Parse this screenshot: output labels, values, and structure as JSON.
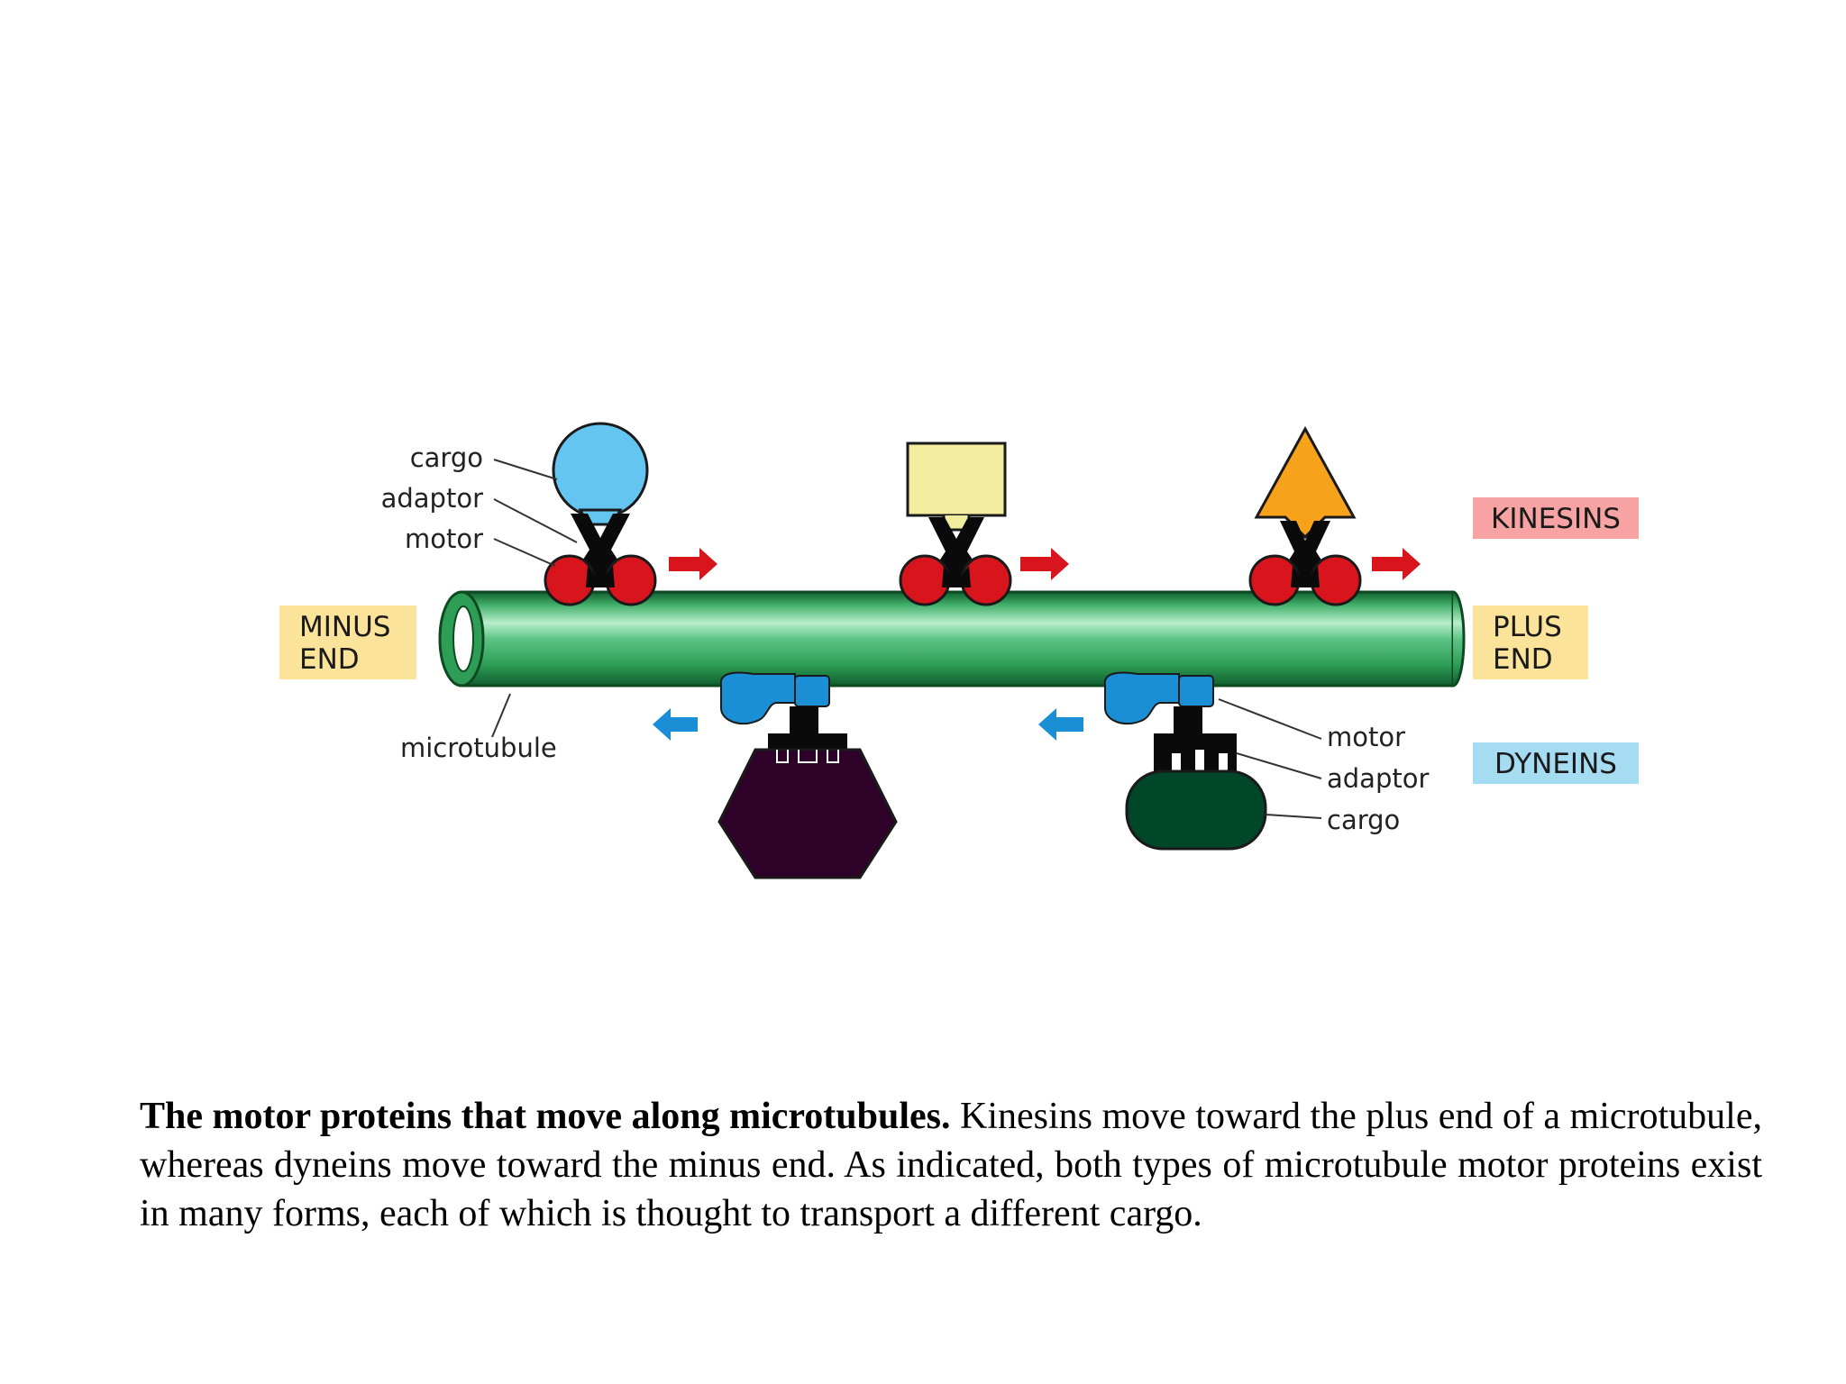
{
  "labels": {
    "cargo_top": "cargo",
    "adaptor_top": "adaptor",
    "motor_top": "motor",
    "microtubule": "microtubule",
    "motor_bottom": "motor",
    "adaptor_bottom": "adaptor",
    "cargo_bottom": "cargo"
  },
  "ends": {
    "minus_line1": "MINUS",
    "minus_line2": "END",
    "plus_line1": "PLUS",
    "plus_line2": "END"
  },
  "groups": {
    "kinesins": "KINESINS",
    "dyneins": "DYNEINS"
  },
  "caption": {
    "bold": "The motor proteins that move along microtubules.",
    "text": " Kinesins move toward the plus end of a microtubule, whereas dyneins move toward the minus end. As indicated, both types of microtubule motor proteins exist in many forms, each of which is thought to transport a different cargo."
  },
  "colors": {
    "microtubule": "#2e9d55",
    "kinesin_motor": "#d8141c",
    "dynein_motor": "#1a8fd6",
    "kinesin_tag": "#f7a3a3",
    "dynein_tag": "#a6dcf2",
    "end_tag": "#fbe39a",
    "plus_arrow": "#d8141c",
    "minus_arrow": "#1a8fd6"
  }
}
